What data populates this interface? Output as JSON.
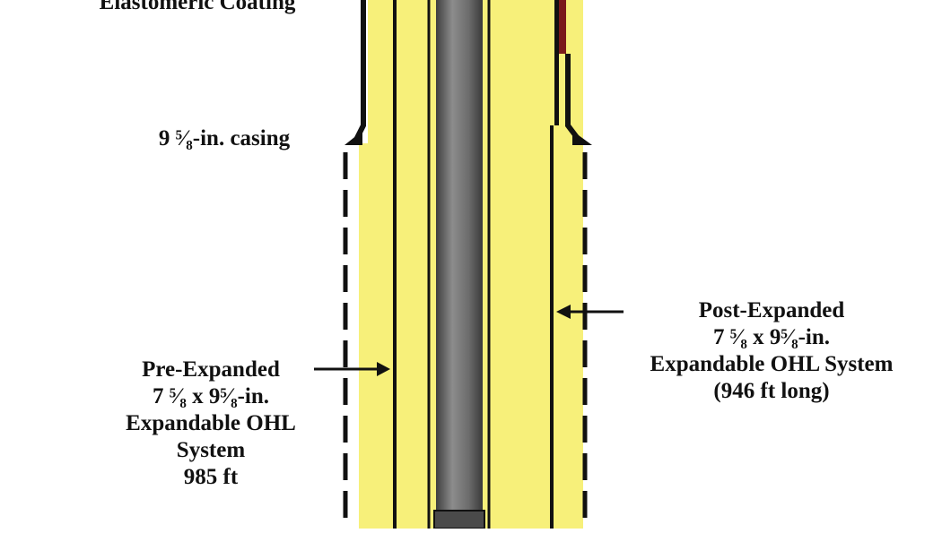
{
  "labels": {
    "top_coating": "Elastomeric Coating",
    "casing": "9 ⁵⁄₈-in. casing",
    "pre_expanded": {
      "line1": "Pre-Expanded",
      "line2": "7 ⁵⁄₈ x 9⁵⁄₈-in.",
      "line3": "Expandable OHL",
      "line4": "System",
      "line5": "985 ft"
    },
    "post_expanded": {
      "line1": "Post-Expanded",
      "line2": "7 ⁵⁄₈ x 9⁵⁄₈-in.",
      "line3": "Expandable OHL System",
      "line4": "(946 ft long)"
    }
  },
  "colors": {
    "cement": "#f7f07a",
    "inner_pipe": "#7a7a7a",
    "coating": "#7a1a1a",
    "line": "#111111"
  }
}
